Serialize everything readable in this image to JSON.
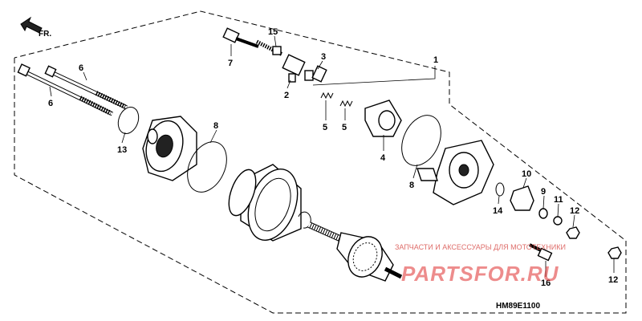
{
  "direction_label": "FR.",
  "diagram_code": "HM89E1100",
  "watermark": {
    "text": "ЗАПЧАСТИ И АКСЕССУАРЫ ДЛЯ МОТОТЕХНИКИ",
    "logo": "PARTSFOR.RU"
  },
  "callouts": [
    "1",
    "2",
    "3",
    "4",
    "5",
    "5",
    "6",
    "6",
    "7",
    "8",
    "8",
    "9",
    "10",
    "11",
    "12",
    "12",
    "13",
    "14",
    "15",
    "16"
  ],
  "colors": {
    "line": "#000000",
    "watermark": "#e03030"
  }
}
